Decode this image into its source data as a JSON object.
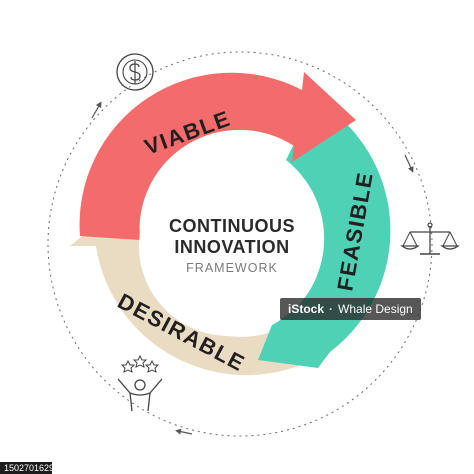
{
  "segments": {
    "viable": "VIABLE",
    "feasible": "FEASIBLE",
    "desirable": "DESIRABLE"
  },
  "center": {
    "line1": "CONTINUOUS",
    "line2": "INNOVATION",
    "line3": "FRAMEWORK"
  },
  "watermark": {
    "brand": "iStock",
    "credit": "Whale Design"
  },
  "stock_id": "1502701629",
  "icons": [
    "dollar-coin-icon",
    "balance-scale-icon",
    "happy-person-stars-icon"
  ],
  "colors": {
    "viable": "#f36b6b",
    "feasible": "#4fd1b5",
    "desirable": "#e9dcc3",
    "text": "#231f20"
  }
}
